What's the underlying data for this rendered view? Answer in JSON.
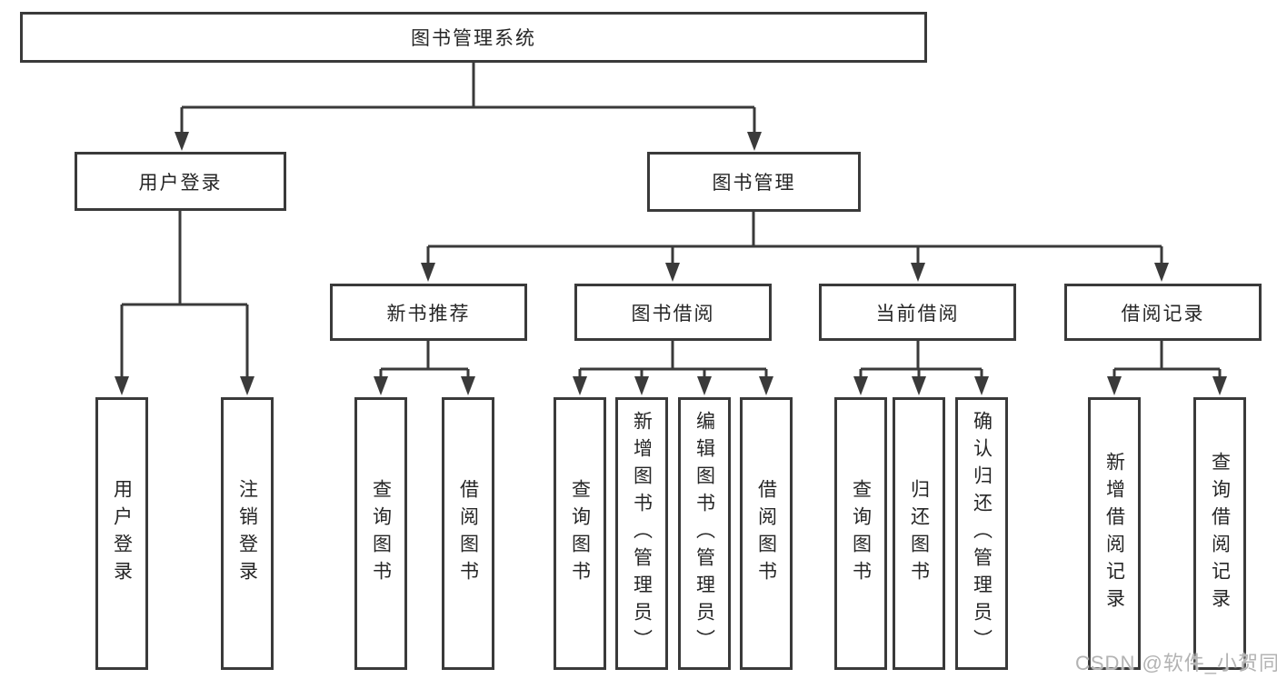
{
  "diagram": {
    "type": "tree-function-structure",
    "nodes": {
      "root": "图书管理系统",
      "user_login": "用户登录",
      "book_mgmt": "图书管理",
      "new_book_rec": "新书推荐",
      "book_borrow": "图书借阅",
      "current_borrow": "当前借阅",
      "borrow_record": "借阅记录",
      "leaf_user_login": "用户登录",
      "leaf_logout": "注销登录",
      "leaf_nbr_query": "查询图书",
      "leaf_nbr_borrow": "借阅图书",
      "leaf_bb_query": "查询图书",
      "leaf_bb_add": "新增图书（管理员）",
      "leaf_bb_edit": "编辑图书（管理员）",
      "leaf_bb_borrow": "借阅图书",
      "leaf_cb_query": "查询图书",
      "leaf_cb_return": "归还图书",
      "leaf_cb_confirm": "确认归还（管理员）",
      "leaf_br_add": "新增借阅记录",
      "leaf_br_query": "查询借阅记录"
    },
    "edges": [
      [
        "图书管理系统",
        "用户登录"
      ],
      [
        "图书管理系统",
        "图书管理"
      ],
      [
        "用户登录",
        "用户登录"
      ],
      [
        "用户登录",
        "注销登录"
      ],
      [
        "图书管理",
        "新书推荐"
      ],
      [
        "图书管理",
        "图书借阅"
      ],
      [
        "图书管理",
        "当前借阅"
      ],
      [
        "图书管理",
        "借阅记录"
      ],
      [
        "新书推荐",
        "查询图书"
      ],
      [
        "新书推荐",
        "借阅图书"
      ],
      [
        "图书借阅",
        "查询图书"
      ],
      [
        "图书借阅",
        "新增图书（管理员）"
      ],
      [
        "图书借阅",
        "编辑图书（管理员）"
      ],
      [
        "图书借阅",
        "借阅图书"
      ],
      [
        "当前借阅",
        "查询图书"
      ],
      [
        "当前借阅",
        "归还图书"
      ],
      [
        "当前借阅",
        "确认归还（管理员）"
      ],
      [
        "借阅记录",
        "新增借阅记录"
      ],
      [
        "借阅记录",
        "查询借阅记录"
      ]
    ],
    "colors": {
      "line": "#3a3a3a",
      "text": "#262626",
      "box_fill": "#ffffff",
      "background": "#ffffff",
      "watermark": "#b3b3b3"
    }
  },
  "watermark": "CSDN @软件_小贺同学"
}
